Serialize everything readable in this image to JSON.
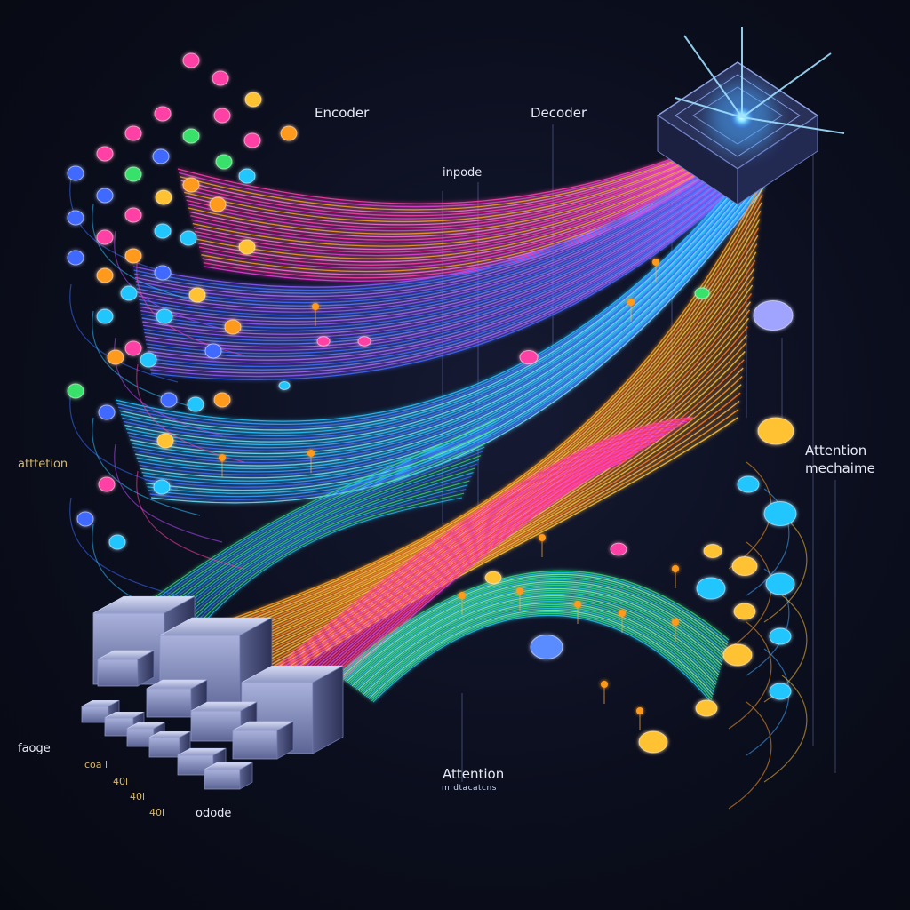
{
  "labels": {
    "encoder": "Encoder",
    "decoder": "Decoder",
    "inpode": "inpode",
    "attention_mechaime_line1": "Attention",
    "attention_mechaime_line2": "mechaime",
    "atttetion": "atttetion",
    "attention_bottom": "Attention",
    "attention_bottom_sub": "mrdtacatcns",
    "faoge": "faoge",
    "coal": "coa l",
    "num1": "40l",
    "num2": "40l",
    "num3": "40l",
    "odode": "odode"
  },
  "colors": {
    "background": "#0a0d1a",
    "pink": "#ff3fa5",
    "magenta": "#e83bd8",
    "orange": "#ff9a1f",
    "gold": "#ffc233",
    "blue": "#3f6bff",
    "cyan": "#22c6ff",
    "green": "#39e26b",
    "violet": "#8b5cff",
    "glow": "#7fd8ff"
  }
}
